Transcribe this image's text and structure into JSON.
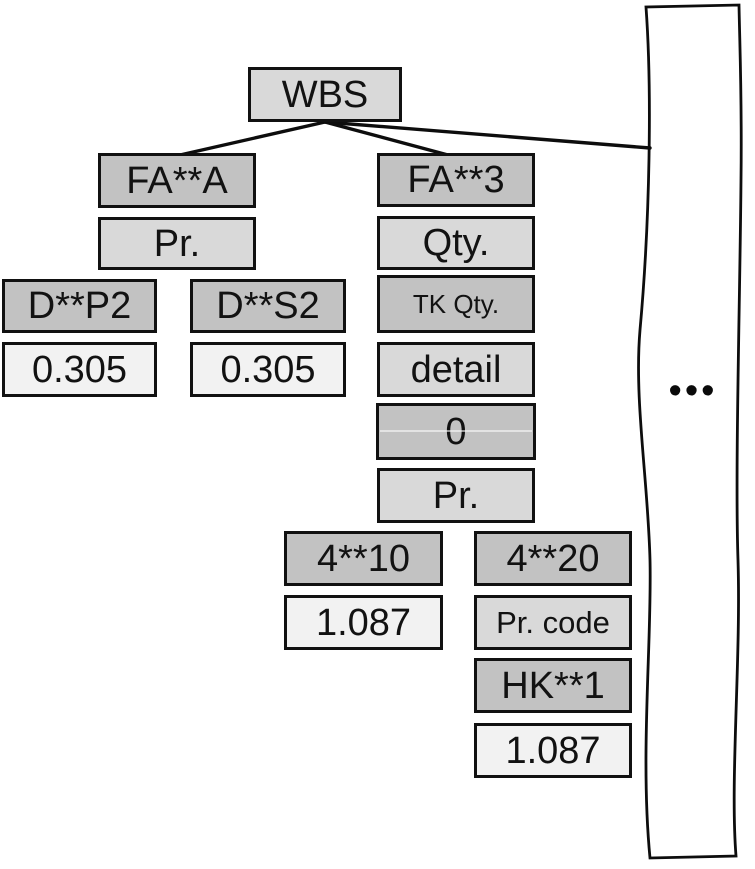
{
  "tree": {
    "root": {
      "label": "WBS"
    },
    "branch_a": {
      "header": "FA**A",
      "attribute_row": "Pr.",
      "children": [
        {
          "code": "D**P2",
          "value": "0.305"
        },
        {
          "code": "D**S2",
          "value": "0.305"
        }
      ]
    },
    "branch_b": {
      "header": "FA**3",
      "rows": {
        "qty": "Qty.",
        "tk_qty": "TK Qty.",
        "detail": "detail",
        "zero": "0",
        "pr": "Pr."
      },
      "children": [
        {
          "code": "4**10",
          "value": "1.087"
        },
        {
          "code": "4**20",
          "pr_code_row": "Pr. code",
          "sub_code": "HK**1",
          "value": "1.087"
        }
      ]
    },
    "more_branches": {
      "ellipsis": "•••"
    }
  },
  "colors": {
    "node_dark": "#c2c2c2",
    "node_light": "#d9d9d9",
    "node_value": "#f2f2f2",
    "border": "#111111",
    "background": "#ffffff"
  }
}
